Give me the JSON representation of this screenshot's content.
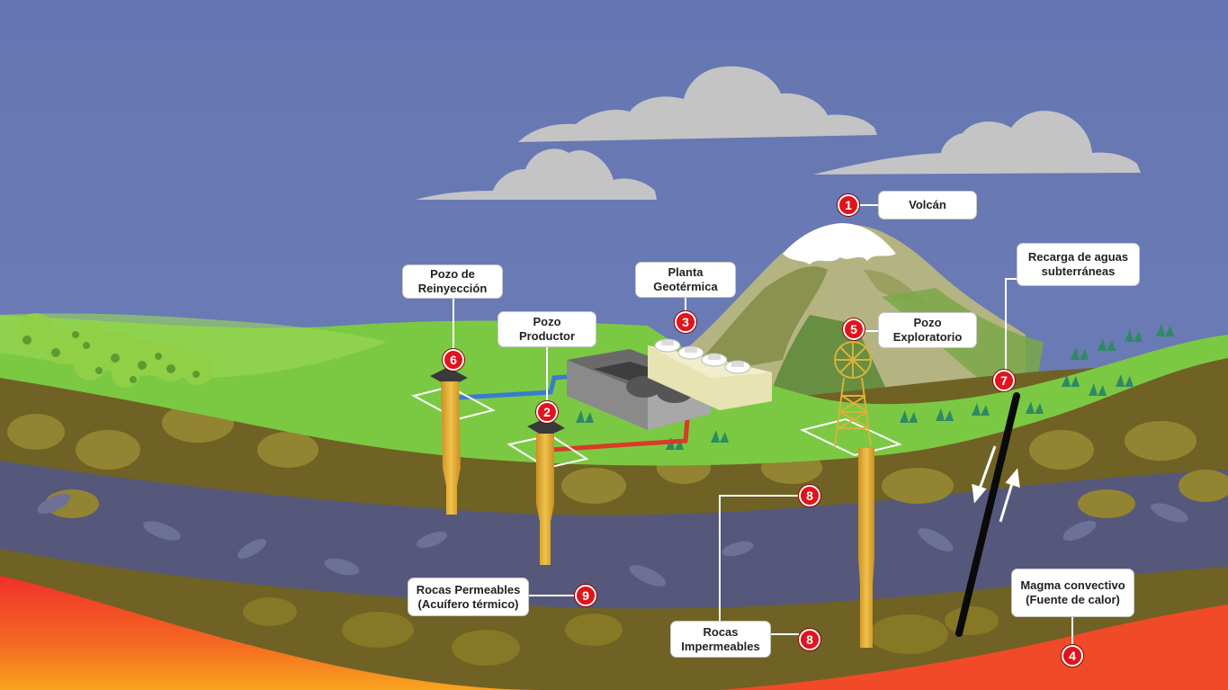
{
  "labels": {
    "volcan": "Volcán",
    "reinyeccion_1": "Pozo de",
    "reinyeccion_2": "Reinyección",
    "productor_1": "Pozo",
    "productor_2": "Productor",
    "planta_1": "Planta",
    "planta_2": "Geotérmica",
    "exploratorio_1": "Pozo",
    "exploratorio_2": "Exploratorio",
    "recarga_1": "Recarga de aguas",
    "recarga_2": "subterráneas",
    "permeables_1": "Rocas Permeables",
    "permeables_2": "(Acuífero térmico)",
    "impermeables_1": "Rocas",
    "impermeables_2": "Impermeables",
    "magma_1": "Magma convectivo",
    "magma_2": "(Fuente de calor)"
  },
  "badges": {
    "volcan": "1",
    "productor": "2",
    "planta": "3",
    "magma": "4",
    "exploratorio": "5",
    "reinyeccion": "6",
    "recarga": "7",
    "impermeables_top": "8",
    "impermeables_bottom": "8",
    "permeables": "9"
  },
  "colors": {
    "sky": "#6a7ab5",
    "cloud": "#c4c4c4",
    "grass": "#7bc943",
    "rock_upper": "#6f6224",
    "aquifer": "#55587a",
    "magma": "#f05a28",
    "well": "#e2b13c",
    "badge": "#e0141c"
  }
}
